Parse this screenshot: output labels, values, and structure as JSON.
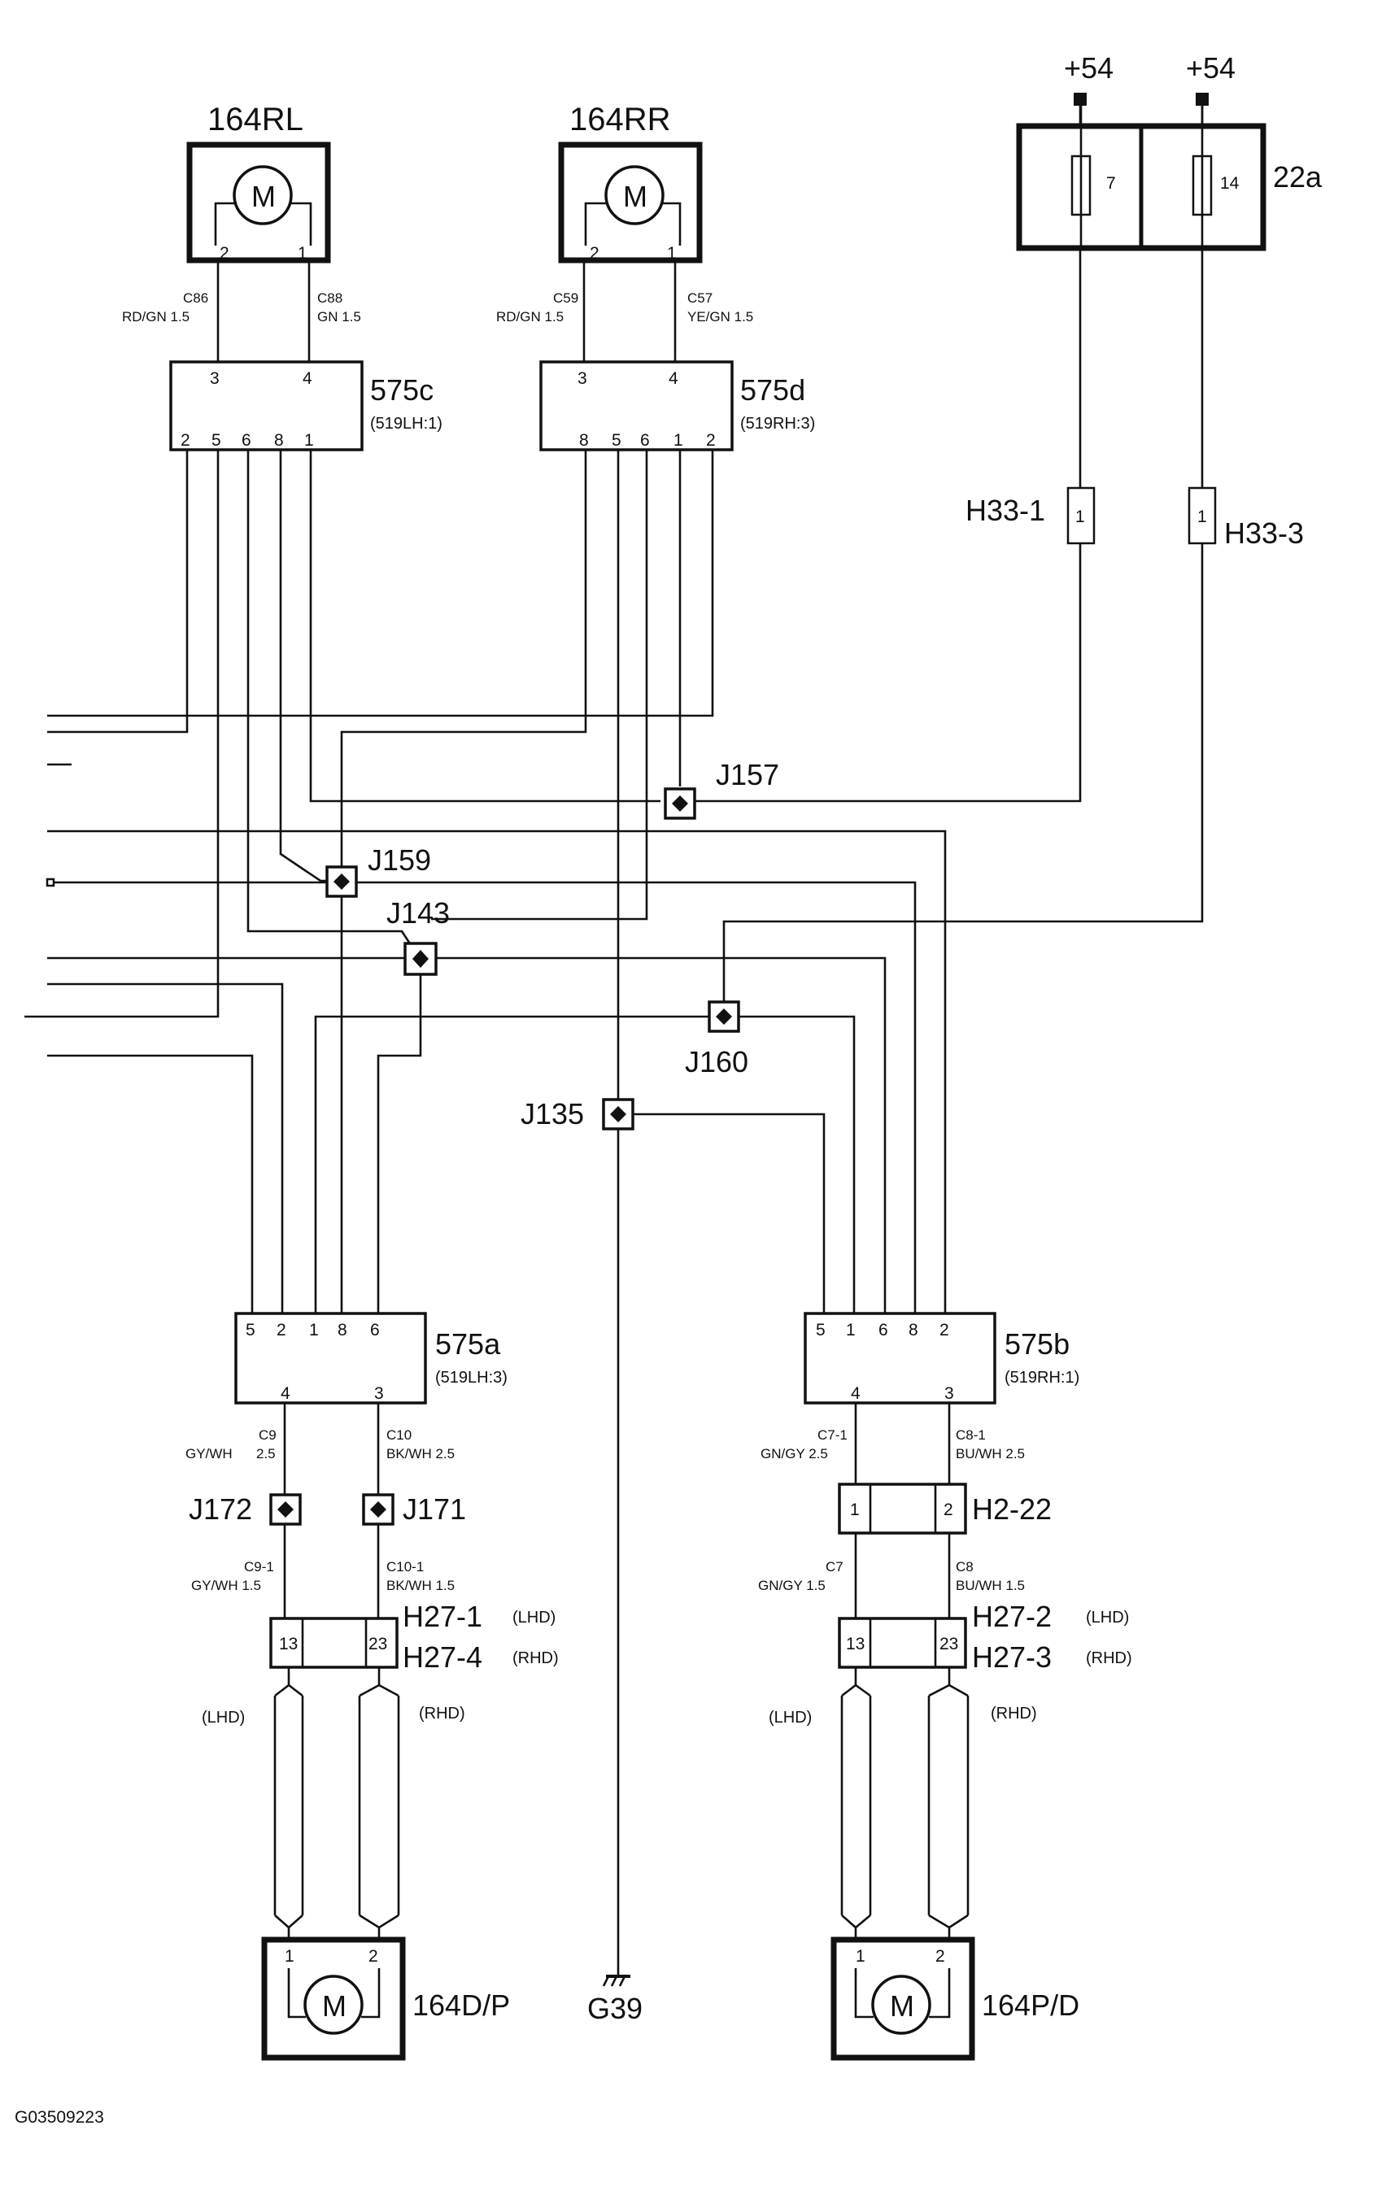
{
  "components": {
    "motor_164RL": "164RL",
    "motor_164RR": "164RR",
    "motor_164DP": "164D/P",
    "motor_164PD": "164P/D",
    "motor_symbol": "M",
    "fusebox": "22a",
    "fuse_7": "7",
    "fuse_14": "14",
    "supply_left": "+54",
    "supply_right": "+54",
    "connector_575c": "575c",
    "connector_575c_sub": "(519LH:1)",
    "connector_575d": "575d",
    "connector_575d_sub": "(519RH:3)",
    "connector_575a": "575a",
    "connector_575a_sub": "(519LH:3)",
    "connector_575b": "575b",
    "connector_575b_sub": "(519RH:1)",
    "connector_H33_1": "H33-1",
    "connector_H33_3": "H33-3",
    "connector_H2_22": "H2-22",
    "connector_H27_1": "H27-1",
    "connector_H27_4": "H27-4",
    "connector_H27_2": "H27-2",
    "connector_H27_3": "H27-3",
    "ground": "G39",
    "figure_id": "G03509223"
  },
  "junctions": {
    "J157": "J157",
    "J159": "J159",
    "J143": "J143",
    "J160": "J160",
    "J135": "J135",
    "J172": "J172",
    "J171": "J171"
  },
  "pins": {
    "rl_2": "2",
    "rl_1": "1",
    "rr_2": "2",
    "rr_1": "1",
    "c575c_3": "3",
    "c575c_4": "4",
    "c575c_2": "2",
    "c575c_5": "5",
    "c575c_6": "6",
    "c575c_8": "8",
    "c575c_1": "1",
    "c575d_3": "3",
    "c575d_4": "4",
    "c575d_8": "8",
    "c575d_5": "5",
    "c575d_6": "6",
    "c575d_1": "1",
    "c575d_2": "2",
    "c575a_5": "5",
    "c575a_2": "2",
    "c575a_1": "1",
    "c575a_8": "8",
    "c575a_6": "6",
    "c575a_4": "4",
    "c575a_3": "3",
    "c575b_5": "5",
    "c575b_1": "1",
    "c575b_6": "6",
    "c575b_8": "8",
    "c575b_2": "2",
    "c575b_4": "4",
    "c575b_3": "3",
    "h33_1": "1",
    "h33_3": "1",
    "h2_1": "1",
    "h2_2": "2",
    "h27l_13": "13",
    "h27l_23": "23",
    "h27r_13": "13",
    "h27r_23": "23",
    "dp_1": "1",
    "dp_2": "2",
    "pd_1": "1",
    "pd_2": "2"
  },
  "wire_codes": {
    "c86": "C86",
    "c86_spec": "RD/GN   1.5",
    "c88": "C88",
    "c88_spec": "GN      1.5",
    "c59": "C59",
    "c59_spec": "RD/GN   1.5",
    "c57": "C57",
    "c57_spec": "YE/GN   1.5",
    "c9": "C9",
    "c9_spec": "GY/WH",
    "c9_size": "2.5",
    "c10": "C10",
    "c10_spec": "BK/WH   2.5",
    "c9_1": "C9-1",
    "c9_1_spec": "GY/WH   1.5",
    "c10_1": "C10-1",
    "c10_1_spec": "BK/WH   1.5",
    "c7_1": "C7-1",
    "c7_1_spec": "GN/GY   2.5",
    "c8_1": "C8-1",
    "c8_1_spec": "BU/WH   2.5",
    "c7": "C7",
    "c7_spec": "GN/GY   1.5",
    "c8": "C8",
    "c8_spec": "BU/WH   1.5"
  },
  "drive_labels": {
    "lhd_1": "(LHD)",
    "rhd_1": "(RHD)",
    "lhd_2": "(LHD)",
    "rhd_2": "(RHD)",
    "lhd_3": "(LHD)",
    "rhd_3": "(RHD)",
    "lhd_4": "(LHD)",
    "rhd_4": "(RHD)"
  }
}
